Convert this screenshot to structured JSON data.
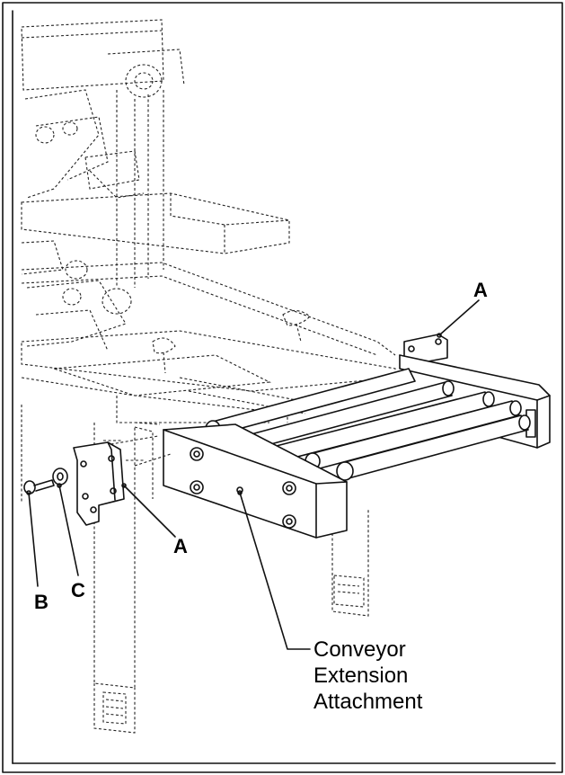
{
  "labels": {
    "a_top": "A",
    "a_bottom": "A",
    "b": "B",
    "c": "C",
    "caption_line1": "Conveyor",
    "caption_line2": "Extension",
    "caption_line3": "Attachment"
  },
  "colors": {
    "ink": "#111111",
    "background": "#ffffff"
  }
}
